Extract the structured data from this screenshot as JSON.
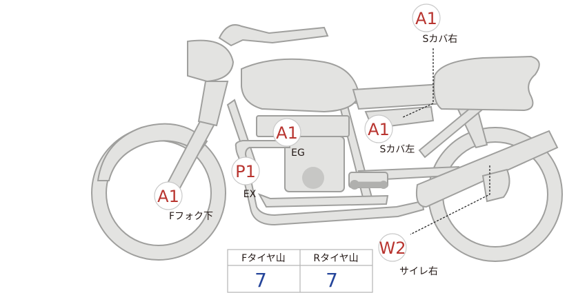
{
  "callouts": [
    {
      "key": "s_cover_right",
      "grade": "A1",
      "part": "Sカバ右"
    },
    {
      "key": "s_cover_left",
      "grade": "A1",
      "part": "Sカバ左"
    },
    {
      "key": "engine",
      "grade": "A1",
      "part": "EG"
    },
    {
      "key": "exhaust",
      "grade": "P1",
      "part": "EX"
    },
    {
      "key": "front_fork",
      "grade": "A1",
      "part": "Fフォク下"
    },
    {
      "key": "muffler_right",
      "grade": "W2",
      "part": "サイレ右"
    }
  ],
  "tread_table": {
    "headers": [
      "Fタイヤ山",
      "Rタイヤ山"
    ],
    "values": [
      "7",
      "7"
    ]
  },
  "colors": {
    "grade_text": "#b8342f",
    "tread_value": "#25459a",
    "bike_fill": "#e3e3e1",
    "bike_outline": "#9f9f9d"
  }
}
